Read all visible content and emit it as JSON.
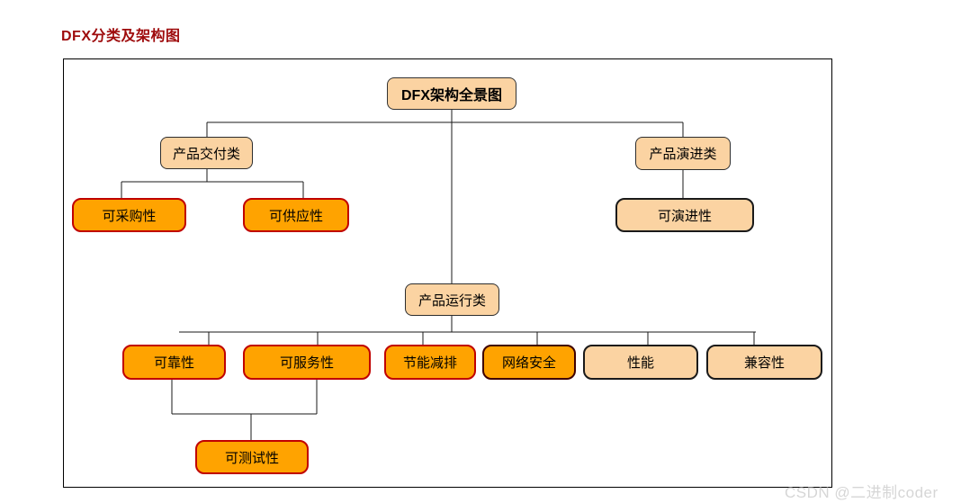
{
  "header": {
    "title": "DFX分类及架构图"
  },
  "watermark": {
    "text": "CSDN @二进制coder"
  },
  "diagram": {
    "root": {
      "label": "DFX架构全景图"
    },
    "categories": {
      "delivery": {
        "label": "产品交付类"
      },
      "evolution": {
        "label": "产品演进类"
      },
      "operation": {
        "label": "产品运行类"
      }
    },
    "leaves": {
      "procurability": {
        "label": "可采购性"
      },
      "supplyability": {
        "label": "可供应性"
      },
      "evolvability": {
        "label": "可演进性"
      },
      "reliability": {
        "label": "可靠性"
      },
      "serviceability": {
        "label": "可服务性"
      },
      "energy_saving": {
        "label": "节能减排"
      },
      "network_security": {
        "label": "网络安全"
      },
      "performance": {
        "label": "性能"
      },
      "compatibility": {
        "label": "兼容性"
      },
      "testability": {
        "label": "可测试性"
      }
    },
    "colors": {
      "title": "#9E0B0C",
      "peach_fill": "#FBD3A2",
      "orange_fill": "#FFA300",
      "red_border": "#C00000",
      "near_black_border": "#1A1A1A",
      "dark_maroon_border": "#3F0000",
      "line": "#1A1A1A",
      "watermark": "#D6D6D6"
    }
  }
}
